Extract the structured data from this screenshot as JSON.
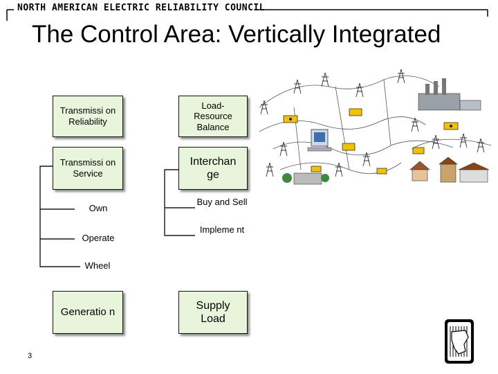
{
  "header": {
    "org_name": "NORTH AMERICAN ELECTRIC RELIABILITY COUNCIL"
  },
  "slide": {
    "title": "The Control Area: Vertically Integrated",
    "page_number": "3"
  },
  "left_column": {
    "transmission_reliability": "Transmissi on Reliability",
    "transmission_service": "Transmissi on Service",
    "own": "Own",
    "operate": "Operate",
    "wheel": "Wheel",
    "generation": "Generatio n"
  },
  "right_column": {
    "load_resource_balance": "Load- Resource Balance",
    "interchange": "Interchan ge",
    "buy_and_sell": "Buy and Sell",
    "implement": "Impleme nt",
    "supply_load": "Supply Load"
  },
  "colors": {
    "box_fill": "#e9f5db",
    "accent_yellow": "#f2c200",
    "line": "#1a1a1a"
  },
  "icons": [
    "power-grid-illustration",
    "nerc-logo-icon"
  ]
}
